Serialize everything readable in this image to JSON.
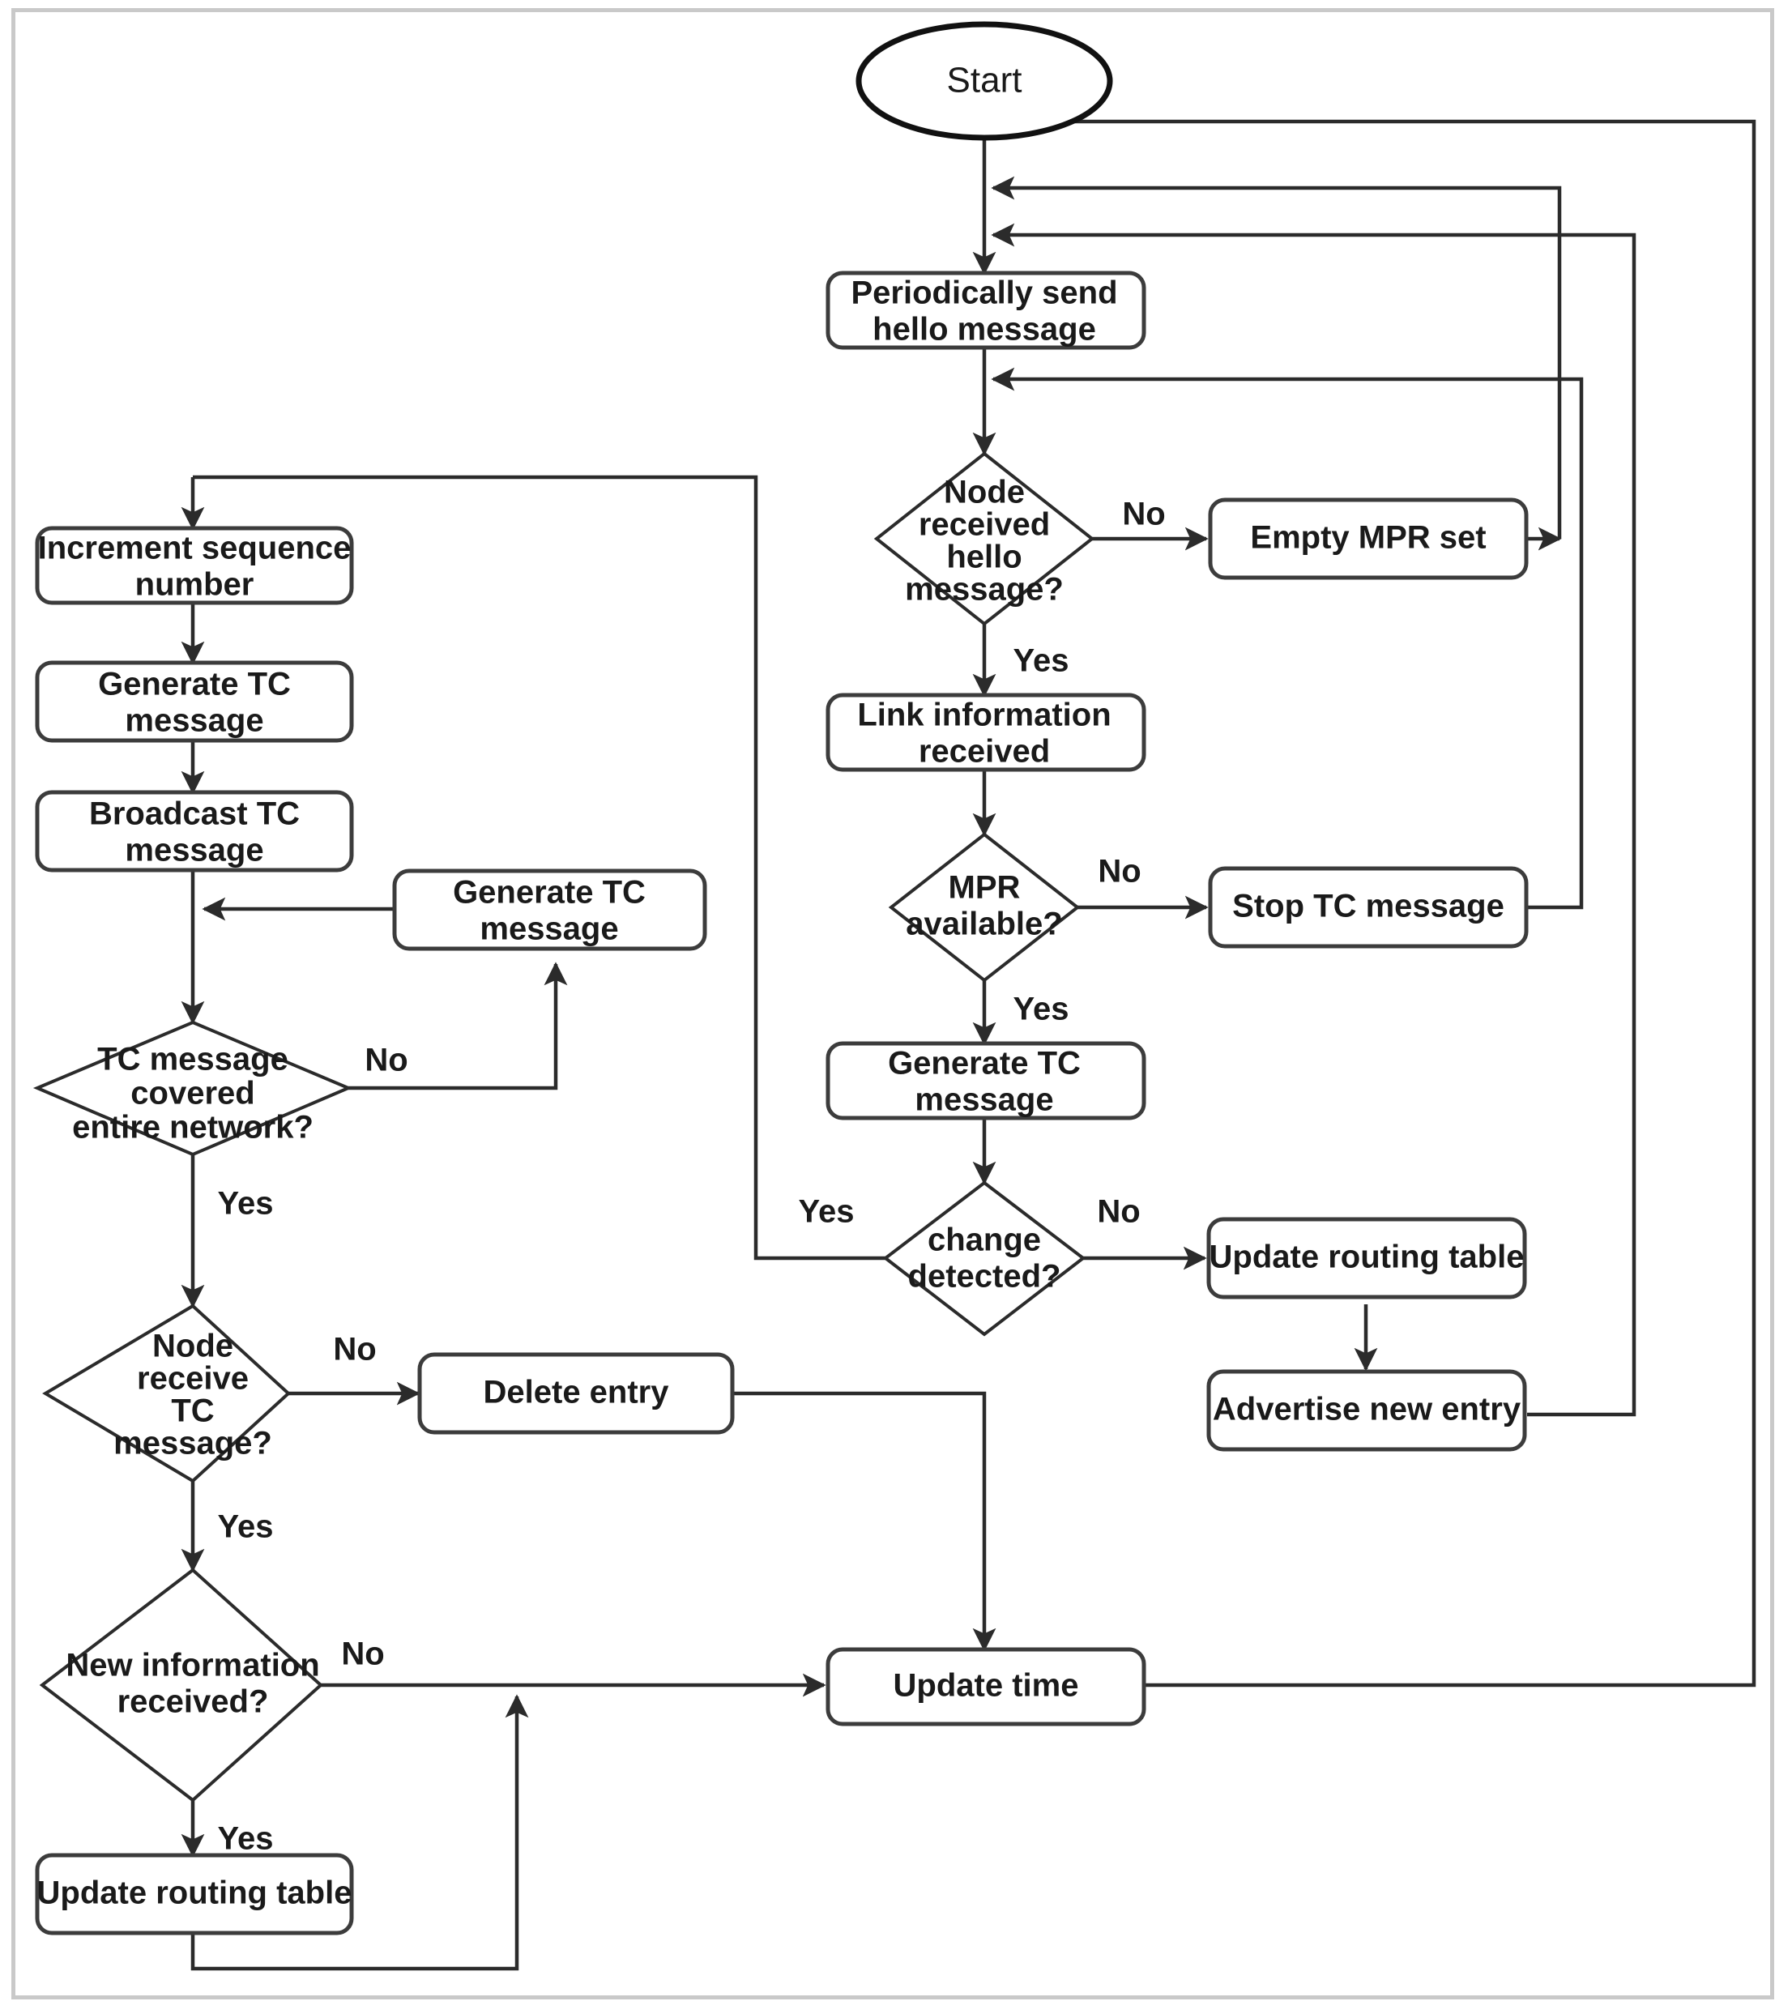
{
  "diagram": {
    "type": "flowchart",
    "title": "OLSR routing protocol flowchart",
    "colors": {
      "frame_border": "#c9c9c9",
      "node_stroke": "#3c3c3c",
      "edge_stroke": "#2b2b2b",
      "node_fill": "#ffffff",
      "text": "#1a1a1a"
    }
  },
  "nodes": {
    "start": {
      "label": "Start",
      "shape": "ellipse"
    },
    "periodically_send_hello": {
      "label_line1": "Periodically send",
      "label_line2": "hello message",
      "shape": "process"
    },
    "node_received_hello": {
      "label_line1": "Node",
      "label_line2": "received",
      "label_line3": "hello",
      "label_line4": "message?",
      "shape": "decision"
    },
    "empty_mpr_set": {
      "label": "Empty MPR set",
      "shape": "process"
    },
    "link_information_received": {
      "label_line1": "Link information",
      "label_line2": "received",
      "shape": "process"
    },
    "mpr_available": {
      "label_line1": "MPR",
      "label_line2": "available?",
      "shape": "decision"
    },
    "stop_tc_message": {
      "label": "Stop TC message",
      "shape": "process"
    },
    "generate_tc_message_right": {
      "label_line1": "Generate TC",
      "label_line2": "message",
      "shape": "process"
    },
    "change_detected": {
      "label_line1": "change",
      "label_line2": "detected?",
      "shape": "decision"
    },
    "update_routing_table_right": {
      "label": "Update routing table",
      "shape": "process"
    },
    "advertise_new_entry": {
      "label": "Advertise new entry",
      "shape": "process"
    },
    "increment_sequence_number": {
      "label_line1": "Increment sequence",
      "label_line2": "number",
      "shape": "process"
    },
    "generate_tc_message_left": {
      "label_line1": "Generate TC",
      "label_line2": "message",
      "shape": "process"
    },
    "broadcast_tc_message": {
      "label_line1": "Broadcast TC",
      "label_line2": "message",
      "shape": "process"
    },
    "generate_tc_message_mid": {
      "label_line1": "Generate TC",
      "label_line2": "message",
      "shape": "process"
    },
    "tc_covered_entire_network": {
      "label_line1": "TC message",
      "label_line2": "covered",
      "label_line3": "entire network?",
      "shape": "decision"
    },
    "node_receive_tc_message": {
      "label_line1": "Node",
      "label_line2": "receive",
      "label_line3": "TC",
      "label_line4": "message?",
      "shape": "decision"
    },
    "delete_entry": {
      "label": "Delete entry",
      "shape": "process"
    },
    "new_information_received": {
      "label_line1": "New information",
      "label_line2": "received?",
      "shape": "decision"
    },
    "update_routing_table_bottom": {
      "label": "Update routing table",
      "shape": "process"
    },
    "update_time": {
      "label": "Update time",
      "shape": "process"
    }
  },
  "edge_labels": {
    "hello_no": "No",
    "hello_yes": "Yes",
    "mpr_no": "No",
    "mpr_yes": "Yes",
    "change_yes": "Yes",
    "change_no": "No",
    "tc_covered_no": "No",
    "tc_covered_yes": "Yes",
    "node_receive_tc_no": "No",
    "node_receive_tc_yes": "Yes",
    "new_info_no": "No",
    "new_info_yes": "Yes"
  }
}
